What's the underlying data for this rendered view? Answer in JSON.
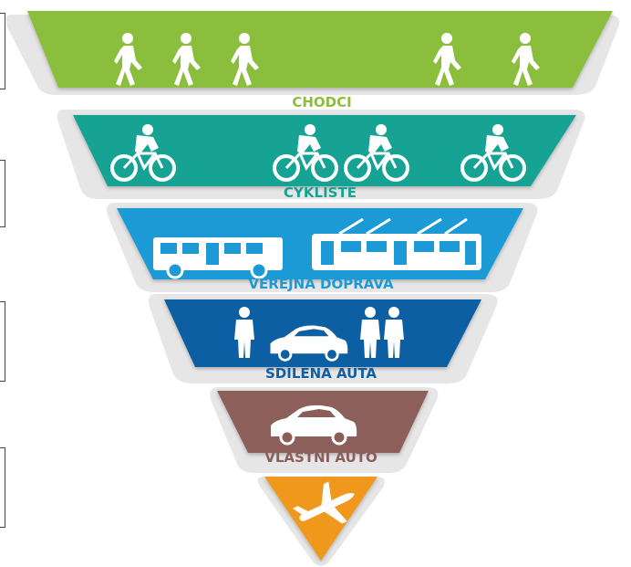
{
  "pyramid": {
    "levels": [
      {
        "label": "CHODCI",
        "color": "#8cbe3c",
        "label_color": "#8cbe3c",
        "icon": "pedestrian-icon"
      },
      {
        "label": "CYKLISTÉ",
        "color": "#17a394",
        "label_color": "#17a394",
        "icon": "cyclist-icon"
      },
      {
        "label": "VEŘEJNÁ DOPRAVA",
        "color": "#1d9ad6",
        "label_color": "#1d9ad6",
        "icon": "public-transport-icon"
      },
      {
        "label": "SDÍLENÁ AUTA",
        "color": "#0f5fa4",
        "label_color": "#0f5fa4",
        "icon": "shared-car-icon"
      },
      {
        "label": "VLASTNÍ AUTO",
        "color": "#8c5e5a",
        "label_color": "#8c5e5a",
        "icon": "car-icon"
      },
      {
        "label": "",
        "color": "#f0981e",
        "label_color": "#f0981e",
        "icon": "airplane-icon"
      }
    ]
  }
}
